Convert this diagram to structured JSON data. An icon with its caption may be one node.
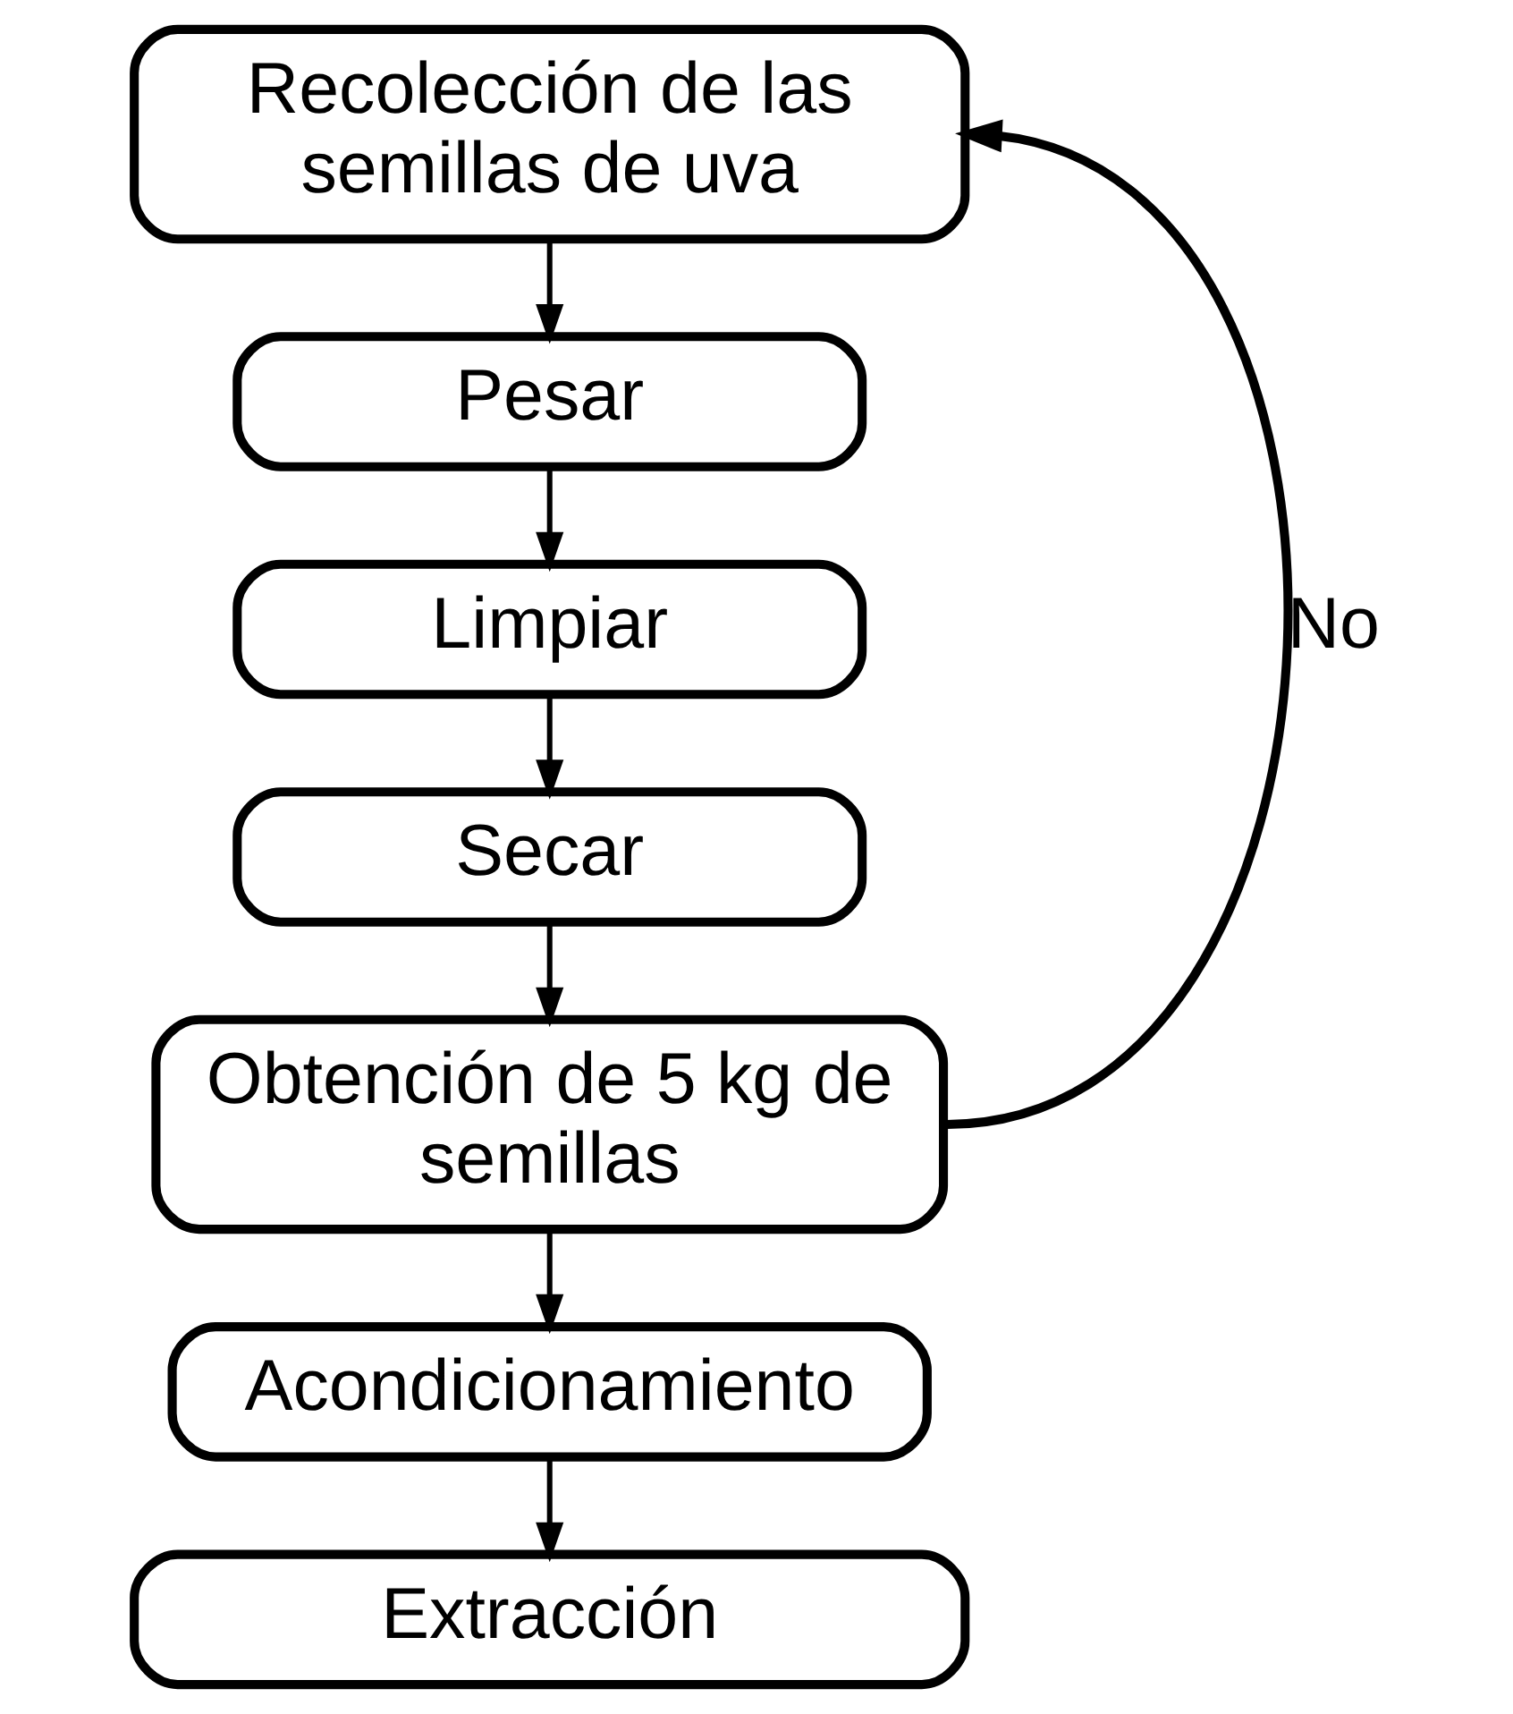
{
  "diagram": {
    "nodes": [
      {
        "text": [
          "Recolección de las semillas de uva"
        ]
      },
      {
        "text": [
          "Pesar"
        ]
      },
      {
        "text": [
          "Limpiar"
        ]
      },
      {
        "text": [
          "Secar"
        ]
      },
      {
        "text": [
          "Obtención de 5 kg de semillas"
        ]
      },
      {
        "text": [
          "Acondicionamiento"
        ]
      },
      {
        "text": [
          "Extracción"
        ]
      }
    ],
    "edges": [
      {
        "from": 0,
        "to": 1,
        "arrow": "to"
      },
      {
        "from": 1,
        "to": 2,
        "arrow": "to"
      },
      {
        "from": 2,
        "to": 3,
        "arrow": "to"
      },
      {
        "from": 3,
        "to": 4,
        "arrow": "to"
      },
      {
        "from": 4,
        "to": 5,
        "arrow": "to"
      },
      {
        "from": 5,
        "to": 6,
        "arrow": "to"
      },
      {
        "from": 4,
        "to": 0,
        "arrow": "to",
        "label": "No"
      }
    ]
  }
}
